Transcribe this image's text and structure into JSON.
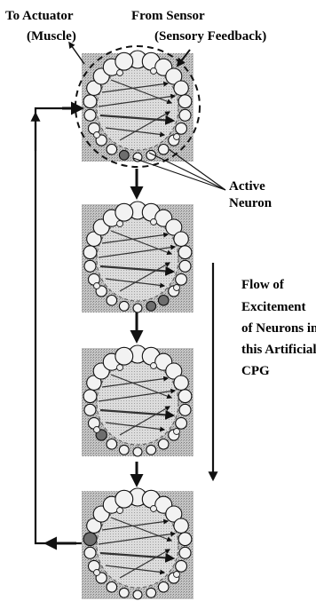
{
  "labels": {
    "to_actuator": "To Actuator",
    "muscle": "(Muscle)",
    "from_sensor": "From Sensor",
    "sensory_feedback": "(Sensory Feedback)",
    "active_neuron_1": "Active",
    "active_neuron_2": "Neuron",
    "flow_1": "Flow of",
    "flow_2": "Excitement",
    "flow_3": "of Neurons in",
    "flow_4": "this Artificial",
    "flow_5": "CPG"
  },
  "colors": {
    "ink": "#111111",
    "panel": "#bdbdbd",
    "panel_dots": "#8a8a8a",
    "ring_fill": "#d8d8d8",
    "neuron_fill": "#f2f2f2",
    "active_fill": "#6e6e6e"
  },
  "panels": [
    {
      "stage": 1,
      "active_neurons": "bottom"
    },
    {
      "stage": 2,
      "active_neurons": "bottom-right"
    },
    {
      "stage": 3,
      "active_neurons": "bottom-left"
    },
    {
      "stage": 4,
      "active_neurons": "left"
    }
  ]
}
